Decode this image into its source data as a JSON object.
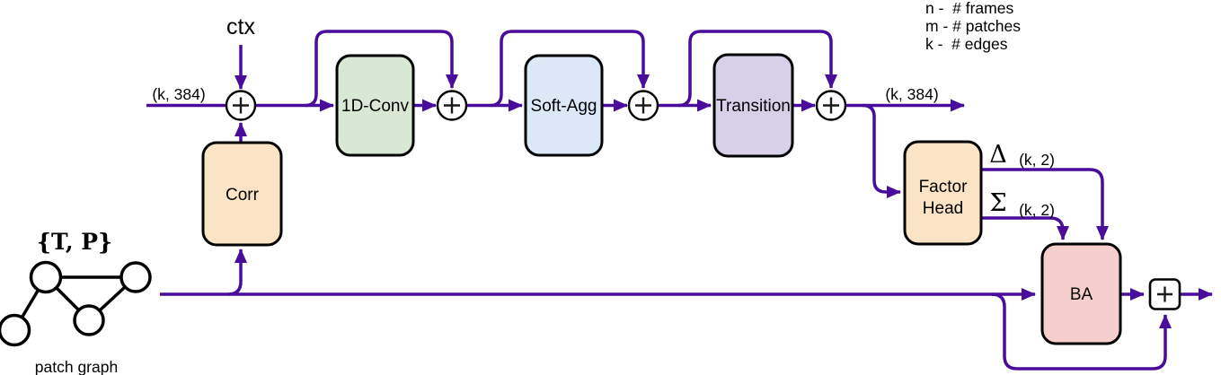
{
  "colors": {
    "arrow": "#4a0d9b",
    "block-border": "#000000",
    "corr-fill": "#fbe3c6",
    "conv-fill": "#d9e8d5",
    "softagg-fill": "#dbe8f8",
    "transition-fill": "#d8cfe9",
    "factor-fill": "#fbe3c6",
    "ba-fill": "#f5cecd"
  },
  "diagram": {
    "ctx_label": "ctx",
    "input_dim": "(k, 384)",
    "output_dim": "(k, 384)",
    "blocks": [
      {
        "label": "Corr"
      },
      {
        "label": "1D-Conv"
      },
      {
        "label": "Soft-Agg"
      },
      {
        "label": "Transition"
      },
      {
        "label_line1": "Factor",
        "label_line2": "Head"
      },
      {
        "label": "BA"
      }
    ],
    "factor_outputs": {
      "delta_symbol": "Δ",
      "delta_dim": "(k, 2)",
      "sigma_symbol": "Σ",
      "sigma_dim": "(k, 2)"
    },
    "legend": [
      "n -  # frames",
      "m - # patches",
      "k -  # edges"
    ],
    "patch_graph": {
      "set_label": "{T, P}",
      "caption": "patch graph"
    }
  }
}
